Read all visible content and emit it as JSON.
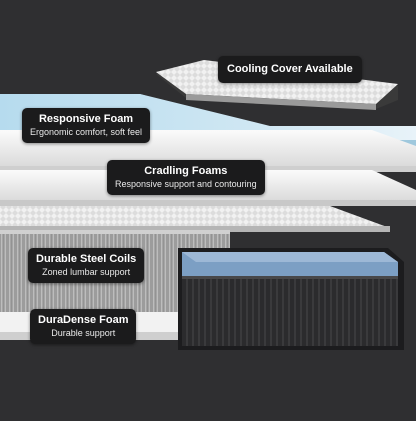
{
  "colors": {
    "background": "#2f2f31",
    "label_bg": "#1b1b1c",
    "gel_foam": "#bfe0ee",
    "white_foam": "#f2f2f2",
    "coil_gray": "#b9b9b9",
    "base_box": "#2a2a2c",
    "lumbar_blue": "#7fa2c9"
  },
  "labels": {
    "cooling": {
      "title": "Cooling Cover Available"
    },
    "responsive": {
      "title": "Responsive Foam",
      "subtitle": "Ergonomic comfort, soft feel"
    },
    "cradling": {
      "title": "Cradling Foams",
      "subtitle": "Responsive support and contouring"
    },
    "steel": {
      "title": "Durable Steel Coils",
      "subtitle": "Zoned lumbar support"
    },
    "duradense": {
      "title": "DuraDense Foam",
      "subtitle": "Durable support"
    }
  }
}
